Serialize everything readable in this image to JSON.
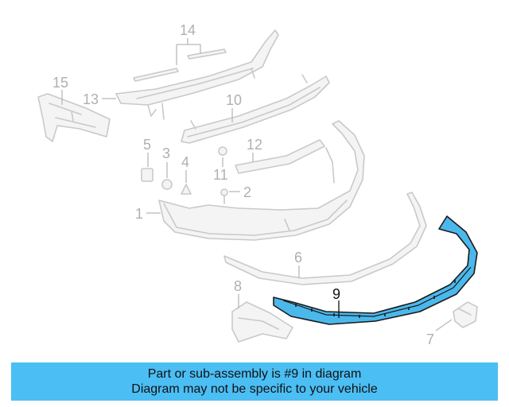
{
  "diagram": {
    "callouts": [
      {
        "id": "1",
        "label": "1"
      },
      {
        "id": "2",
        "label": "2"
      },
      {
        "id": "3",
        "label": "3"
      },
      {
        "id": "4",
        "label": "4"
      },
      {
        "id": "5",
        "label": "5"
      },
      {
        "id": "6",
        "label": "6"
      },
      {
        "id": "7",
        "label": "7"
      },
      {
        "id": "8",
        "label": "8"
      },
      {
        "id": "9",
        "label": "9"
      },
      {
        "id": "10",
        "label": "10"
      },
      {
        "id": "11",
        "label": "11"
      },
      {
        "id": "12",
        "label": "12"
      },
      {
        "id": "13",
        "label": "13"
      },
      {
        "id": "14",
        "label": "14"
      },
      {
        "id": "15",
        "label": "15"
      }
    ],
    "highlighted_part": "9",
    "highlight_color": "#4bb8ec"
  },
  "banner": {
    "line1": "Part or sub-assembly is #9 in diagram",
    "line2": "Diagram may not be specific to your vehicle",
    "background": "#4bbef4"
  }
}
